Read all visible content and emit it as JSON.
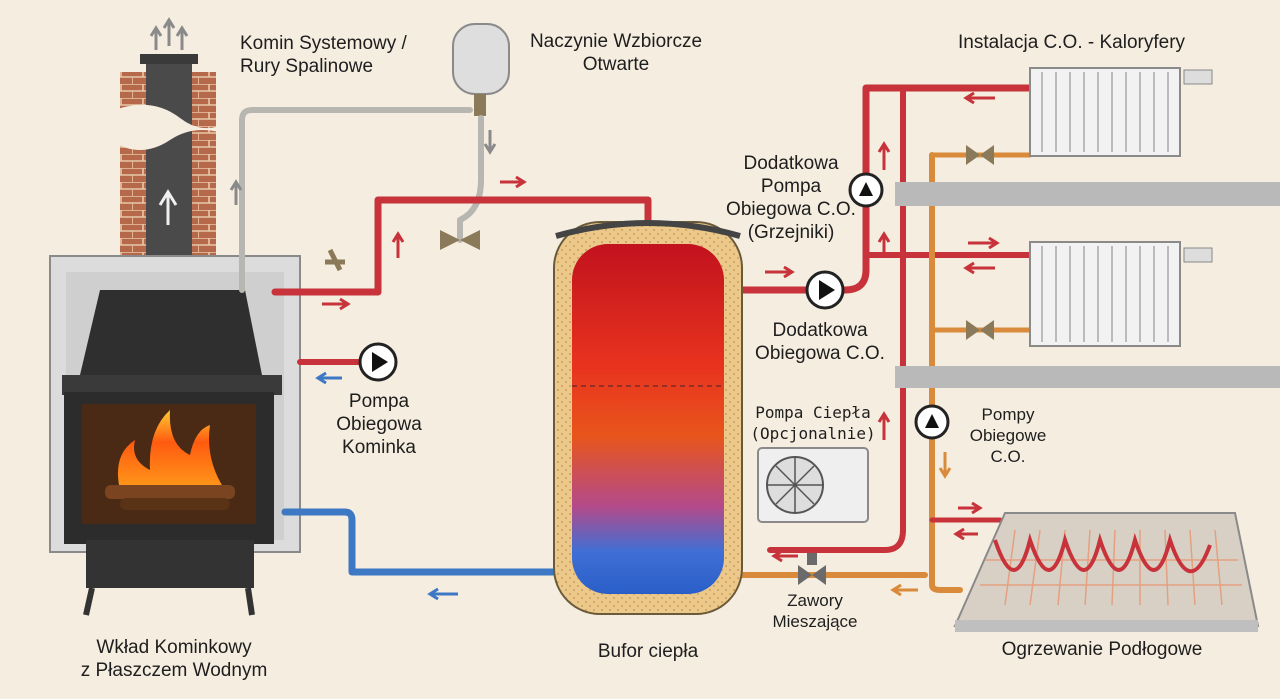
{
  "labels": {
    "chimney": [
      "Komin Systemowy /",
      "Rury Spalinowe"
    ],
    "expansion_vessel": [
      "Naczynie Wzbiorcze",
      "Otwarte"
    ],
    "radiators": "Instalacja C.O. - Kaloryfery",
    "extra_pump_radiators": [
      "Dodatkowa",
      "Pompa",
      "Obiegowa C.O.",
      "(Grzejniki)"
    ],
    "extra_pump": [
      "Dodatkowa",
      "Obiegowa C.O."
    ],
    "fireplace_pump": [
      "Pompa",
      "Obiegowa",
      "Kominka"
    ],
    "heat_pump": [
      "Pompa Ciepła",
      "(Opcjonalnie)"
    ],
    "co_pumps": [
      "Pompy",
      "Obiegowe",
      "C.O."
    ],
    "mixing_valves": [
      "Zawory",
      "Mieszające"
    ],
    "fireplace": [
      "Wkład Kominkowy",
      "z Płaszczem Wodnym"
    ],
    "buffer": "Bufor ciepła",
    "floor_heating": "Ogrzewanie Podłogowe"
  },
  "colors": {
    "background": "#f5ede0",
    "hot_pipe": "#c8323a",
    "cold_pipe": "#3d78c4",
    "warm_pipe": "#d98a3a",
    "grey_pipe": "#b8b6b0",
    "brick": "#b5694a",
    "insulation": "#ecc98a",
    "steel": "#3b3b3b"
  },
  "icons": [
    "chimney-icon",
    "fireplace-icon",
    "flame-icon",
    "buffer-tank-icon",
    "radiator-icon",
    "pump-icon",
    "valve-icon",
    "heat-pump-icon",
    "floor-heating-icon",
    "expansion-vessel-icon",
    "flow-arrow-icon"
  ]
}
